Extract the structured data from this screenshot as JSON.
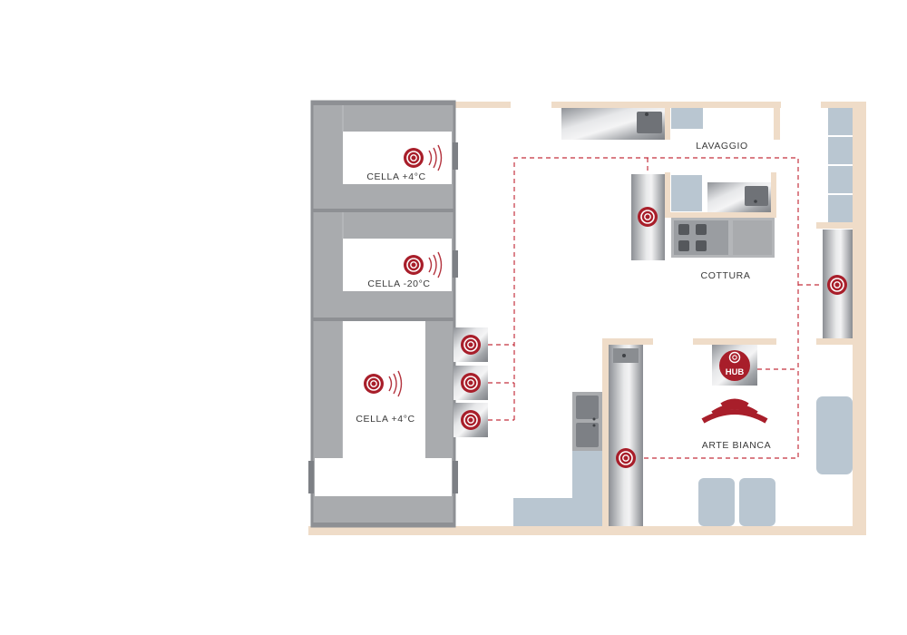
{
  "labels": {
    "cella_top": "CELLA +4°C",
    "cella_mid": "CELLA -20°C",
    "cella_bottom": "CELLA +4°C",
    "lavaggio": "LAVAGGIO",
    "cottura": "COTTURA",
    "arte_bianca": "ARTE BIANCA",
    "hub": "HUB"
  },
  "colors": {
    "wall": "#efdcc8",
    "cell_frame": "#a9abae",
    "cell_dark": "#8e9094",
    "cabinet": "#b9c6d1",
    "sensor": "#a81e2a",
    "dashed_link": "#c4323f"
  },
  "icons": {
    "sensor": "wireless-sensor-icon",
    "hub": "hub-icon",
    "signal": "radio-waves-icon"
  }
}
